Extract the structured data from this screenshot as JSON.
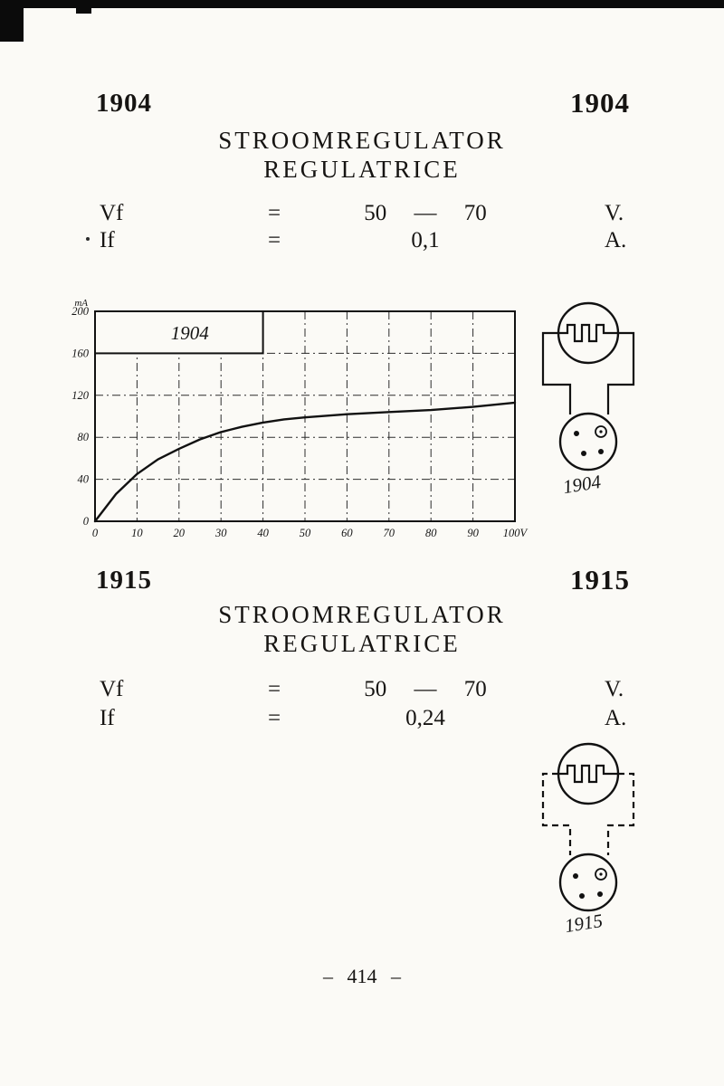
{
  "page": {
    "number": "– 414 –"
  },
  "sections": [
    {
      "code_left": "1904",
      "code_right": "1904",
      "title1": "STROOMREGULATOR",
      "title2": "REGULATRICE",
      "specs": [
        {
          "param": "Vf",
          "eq": "=",
          "value": "50 — 70",
          "unit": "V."
        },
        {
          "param": "If",
          "eq": "=",
          "value": "0,1",
          "unit": "A."
        }
      ],
      "symbol_label": "1904"
    },
    {
      "code_left": "1915",
      "code_right": "1915",
      "title1": "STROOMREGULATOR",
      "title2": "REGULATRICE",
      "specs": [
        {
          "param": "Vf",
          "eq": "=",
          "value": "50 — 70",
          "unit": "V."
        },
        {
          "param": "If",
          "eq": "=",
          "value": "0,24",
          "unit": "A."
        }
      ],
      "symbol_label": "1915"
    }
  ],
  "chart_data": {
    "type": "line",
    "title": "1904",
    "xlabel": "V",
    "ylabel": "mA",
    "xlim": [
      0,
      100
    ],
    "ylim": [
      0,
      200
    ],
    "grid": "dash-dot",
    "legend_position": "top-left-box",
    "x_tick_values": [
      0,
      10,
      20,
      30,
      40,
      50,
      60,
      70,
      80,
      90,
      100
    ],
    "x_tick_labels": [
      "0",
      "10",
      "20",
      "30",
      "40",
      "50",
      "60",
      "70",
      "80",
      "90",
      "100V"
    ],
    "y_tick_values": [
      0,
      40,
      80,
      120,
      160,
      200
    ],
    "y_tick_labels": [
      "0",
      "40",
      "80",
      "120",
      "160",
      "200"
    ],
    "legend_box": {
      "label": "1904",
      "x_range": [
        0,
        40
      ],
      "y_range": [
        160,
        200
      ]
    },
    "series": [
      {
        "name": "1904",
        "x": [
          0,
          5,
          10,
          15,
          20,
          25,
          30,
          35,
          40,
          45,
          50,
          60,
          70,
          80,
          90,
          100
        ],
        "y": [
          0,
          26,
          45,
          59,
          69,
          78,
          85,
          90,
          94,
          97,
          99,
          102,
          104,
          106,
          109,
          113
        ]
      }
    ]
  }
}
